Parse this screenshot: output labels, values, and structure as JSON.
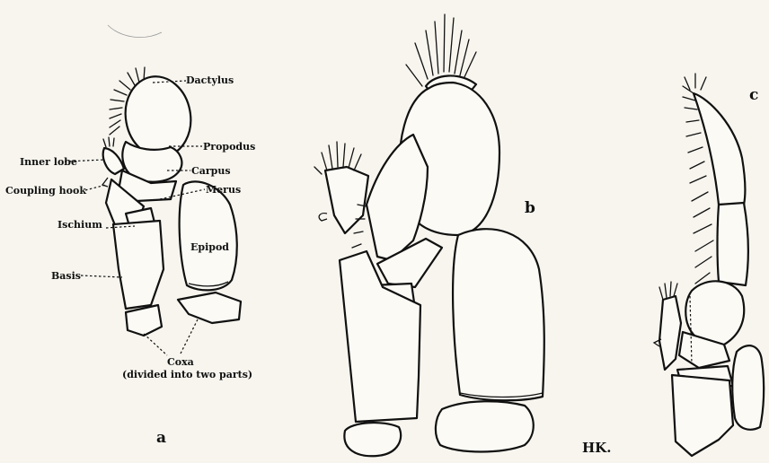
{
  "figure_a": {
    "labels": {
      "dactylus": "Dactylus",
      "propodus": "Propodus",
      "carpus": "Carpus",
      "merus": "Merus",
      "inner_lobe": "Inner lobe",
      "coupling_hook": "Coupling hook",
      "ischium": "Ischium",
      "epipod": "Epipod",
      "basis": "Basis",
      "coxa": "Coxa",
      "coxa_note": "(divided into two parts)"
    },
    "panel_letter": "a"
  },
  "figure_b": {
    "panel_letter": "b"
  },
  "figure_c": {
    "panel_letter": "c"
  },
  "signature": "HK."
}
